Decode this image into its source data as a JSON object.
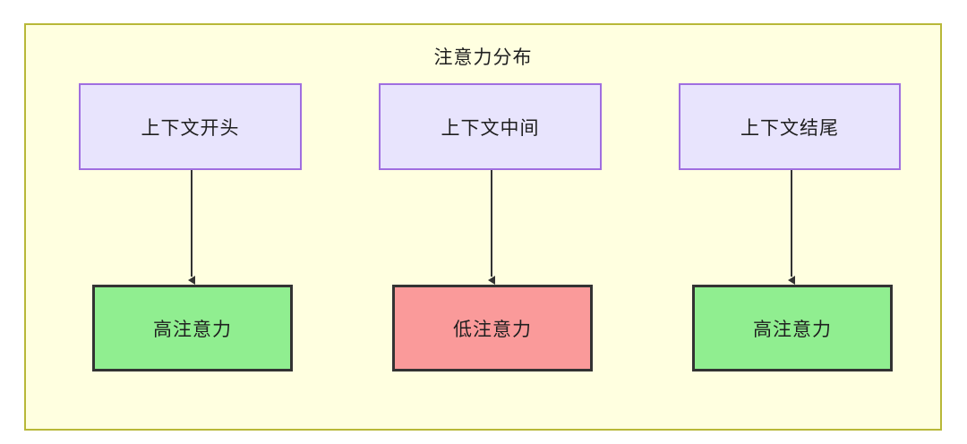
{
  "diagram": {
    "title": "注意力分布",
    "canvas": {
      "fill": "#ffffe0",
      "border_color": "#b8b838"
    },
    "source_nodes": [
      {
        "label": "上下文开头",
        "fill": "#e8e4fd",
        "border_color": "#a06ee0"
      },
      {
        "label": "上下文中间",
        "fill": "#e8e4fd",
        "border_color": "#a06ee0"
      },
      {
        "label": "上下文结尾",
        "fill": "#e8e4fd",
        "border_color": "#a06ee0"
      }
    ],
    "target_nodes": [
      {
        "label": "高注意力",
        "fill": "#90ee90",
        "border_color": "#333333",
        "state": "high"
      },
      {
        "label": "低注意力",
        "fill": "#fa9a9a",
        "border_color": "#333333",
        "state": "low"
      },
      {
        "label": "高注意力",
        "fill": "#90ee90",
        "border_color": "#333333",
        "state": "high"
      }
    ],
    "edges": [
      {
        "from": "上下文开头",
        "to": "高注意力"
      },
      {
        "from": "上下文中间",
        "to": "低注意力"
      },
      {
        "from": "上下文结尾",
        "to": "高注意力"
      }
    ]
  }
}
